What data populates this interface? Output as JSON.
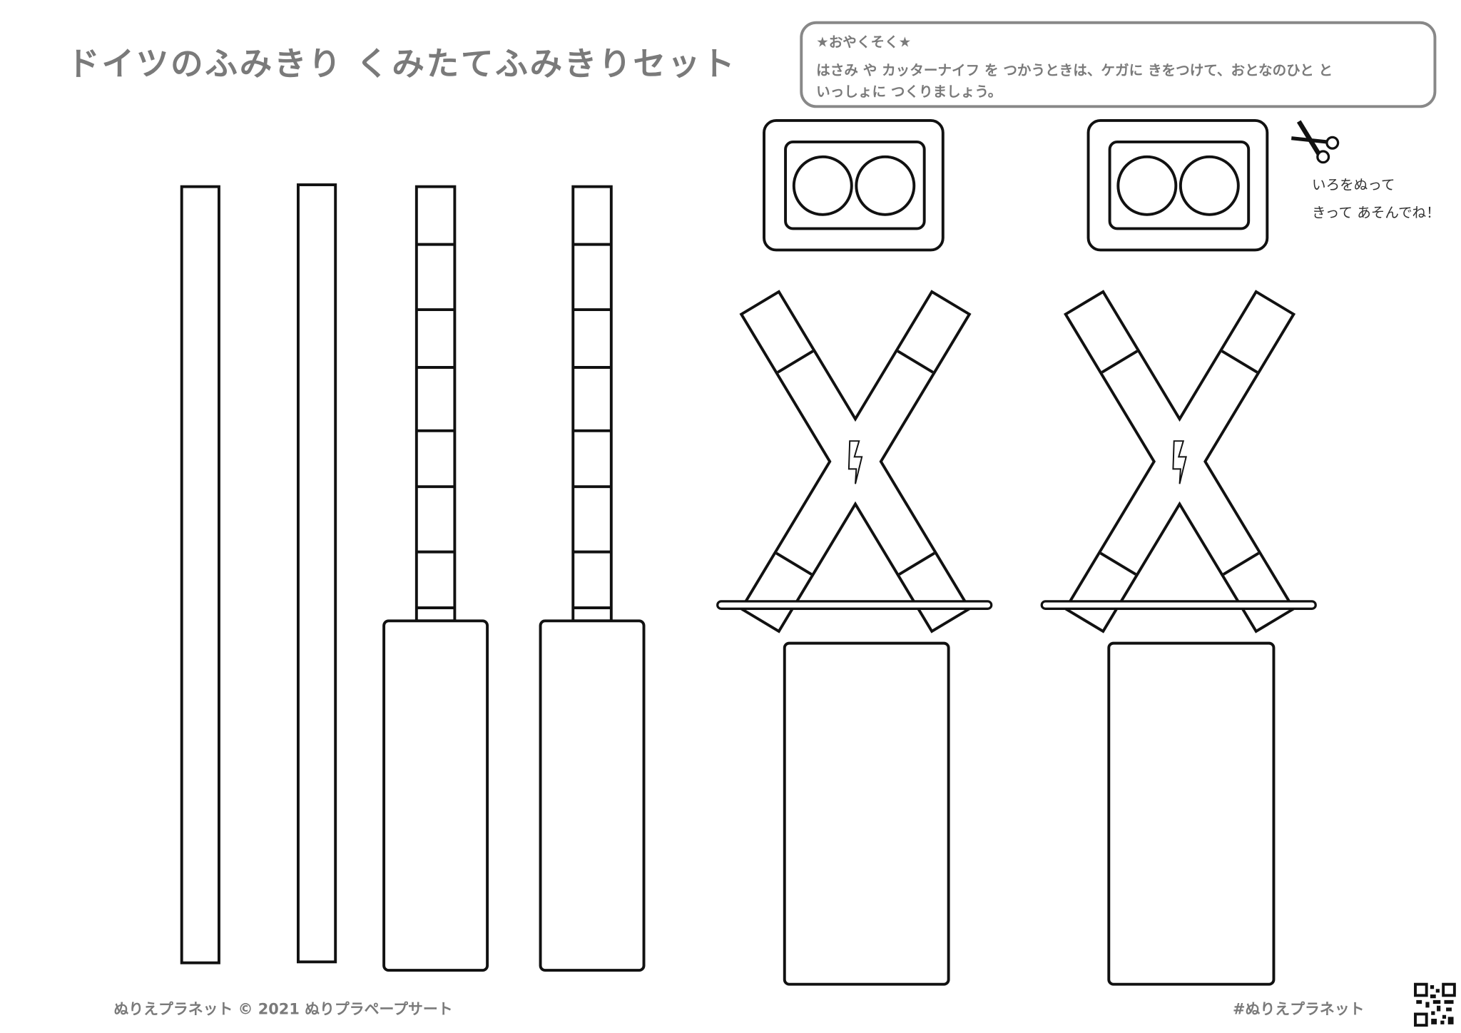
{
  "title": "ドイツのふみきり くみたてふみきりセット",
  "rules": {
    "heading": "★おやくそく★",
    "line1": "はさみ や カッターナイフ を つかうときは、ケガに きをつけて、おとなのひと と",
    "line2": "いっしょに つくりましょう。"
  },
  "instructions": {
    "line1": "いろをぬって",
    "line2": "きって あそんでね！"
  },
  "footer": {
    "copyright": "ぬりえプラネット © 2021 ぬりプラペープサート",
    "hashtag": "#ぬりえプラネット"
  },
  "colors": {
    "text_gray": "#7a7a7a",
    "outline": "#111111"
  }
}
